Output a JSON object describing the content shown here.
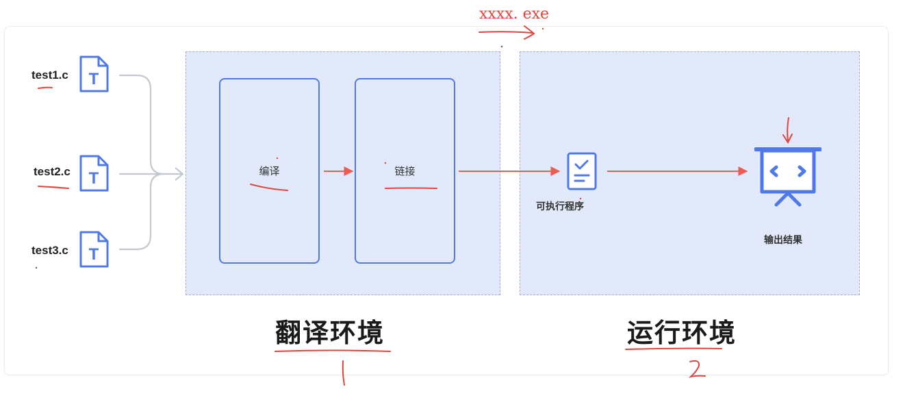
{
  "files": [
    {
      "label": "test1.c",
      "icon": "text-file-icon"
    },
    {
      "label": "test2.c",
      "icon": "text-file-icon"
    },
    {
      "label": "test3.c",
      "icon": "text-file-icon"
    }
  ],
  "file_icon_glyph": "T",
  "translation_env": {
    "steps": [
      {
        "label": "编译"
      },
      {
        "label": "链接"
      }
    ],
    "title": "翻译环境"
  },
  "runtime_env": {
    "executable_label": "可执行程序",
    "output_label": "输出结果",
    "title": "运行环境"
  },
  "annotations": {
    "exe_note": "xxxx. exe",
    "mark_one": "1",
    "mark_two": "2"
  },
  "colors": {
    "zone_fill": "#e1e9fb",
    "accent_blue": "#4f79e8",
    "arrow_red": "#ee5b52",
    "annotation_red": "#e0443a"
  }
}
